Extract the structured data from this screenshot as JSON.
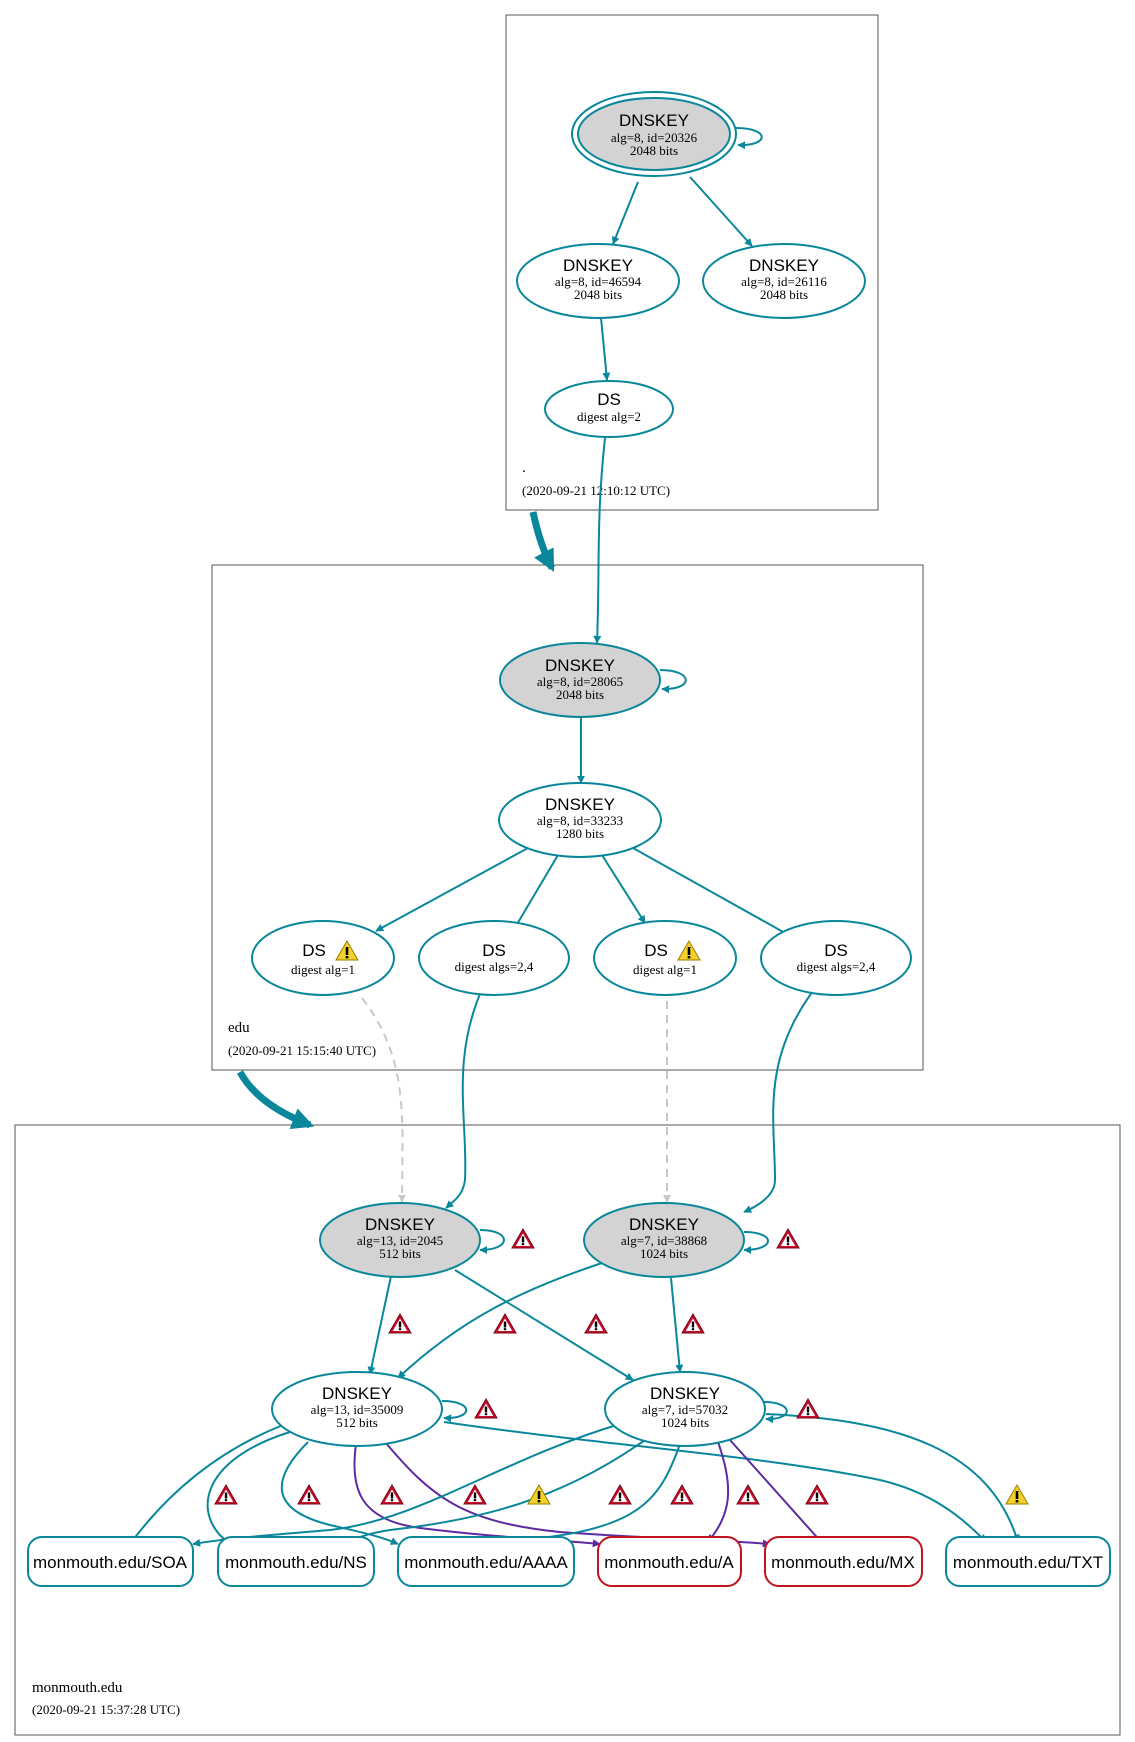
{
  "zones": [
    {
      "id": "root",
      "name": ".",
      "timestamp": "(2020-09-21 12:10:12 UTC)"
    },
    {
      "id": "edu",
      "name": "edu",
      "timestamp": "(2020-09-21 15:15:40 UTC)"
    },
    {
      "id": "monmouth",
      "name": "monmouth.edu",
      "timestamp": "(2020-09-21 15:37:28 UTC)"
    }
  ],
  "nodes": {
    "root_ksk": {
      "title": "DNSKEY",
      "line1": "alg=8, id=20326",
      "line2": "2048 bits"
    },
    "root_zsk1": {
      "title": "DNSKEY",
      "line1": "alg=8, id=46594",
      "line2": "2048 bits"
    },
    "root_zsk2": {
      "title": "DNSKEY",
      "line1": "alg=8, id=26116",
      "line2": "2048 bits"
    },
    "root_ds": {
      "title": "DS",
      "line1": "digest alg=2"
    },
    "edu_ksk": {
      "title": "DNSKEY",
      "line1": "alg=8, id=28065",
      "line2": "2048 bits"
    },
    "edu_zsk": {
      "title": "DNSKEY",
      "line1": "alg=8, id=33233",
      "line2": "1280 bits"
    },
    "edu_ds1": {
      "title": "DS",
      "line1": "digest alg=1"
    },
    "edu_ds2": {
      "title": "DS",
      "line1": "digest algs=2,4"
    },
    "edu_ds3": {
      "title": "DS",
      "line1": "digest alg=1"
    },
    "edu_ds4": {
      "title": "DS",
      "line1": "digest algs=2,4"
    },
    "mm_ksk1": {
      "title": "DNSKEY",
      "line1": "alg=13, id=2045",
      "line2": "512 bits"
    },
    "mm_ksk2": {
      "title": "DNSKEY",
      "line1": "alg=7, id=38868",
      "line2": "1024 bits"
    },
    "mm_zsk1": {
      "title": "DNSKEY",
      "line1": "alg=13, id=35009",
      "line2": "512 bits"
    },
    "mm_zsk2": {
      "title": "DNSKEY",
      "line1": "alg=7, id=57032",
      "line2": "1024 bits"
    }
  },
  "records": {
    "soa": "monmouth.edu/SOA",
    "ns": "monmouth.edu/NS",
    "aaaa": "monmouth.edu/AAAA",
    "a": "monmouth.edu/A",
    "mx": "monmouth.edu/MX",
    "txt": "monmouth.edu/TXT"
  },
  "colors": {
    "edge_secure": "#0a879a",
    "edge_purple": "#5e2ba0",
    "edge_insecure": "#c8c8c8",
    "node_fill_ksk": "#d3d3d3",
    "record_error_border": "#c0141e",
    "warning_yellow": "#f2d22a",
    "error_red": "#c8102e"
  },
  "icons": {
    "warning": "warning-icon",
    "error": "error-icon"
  }
}
